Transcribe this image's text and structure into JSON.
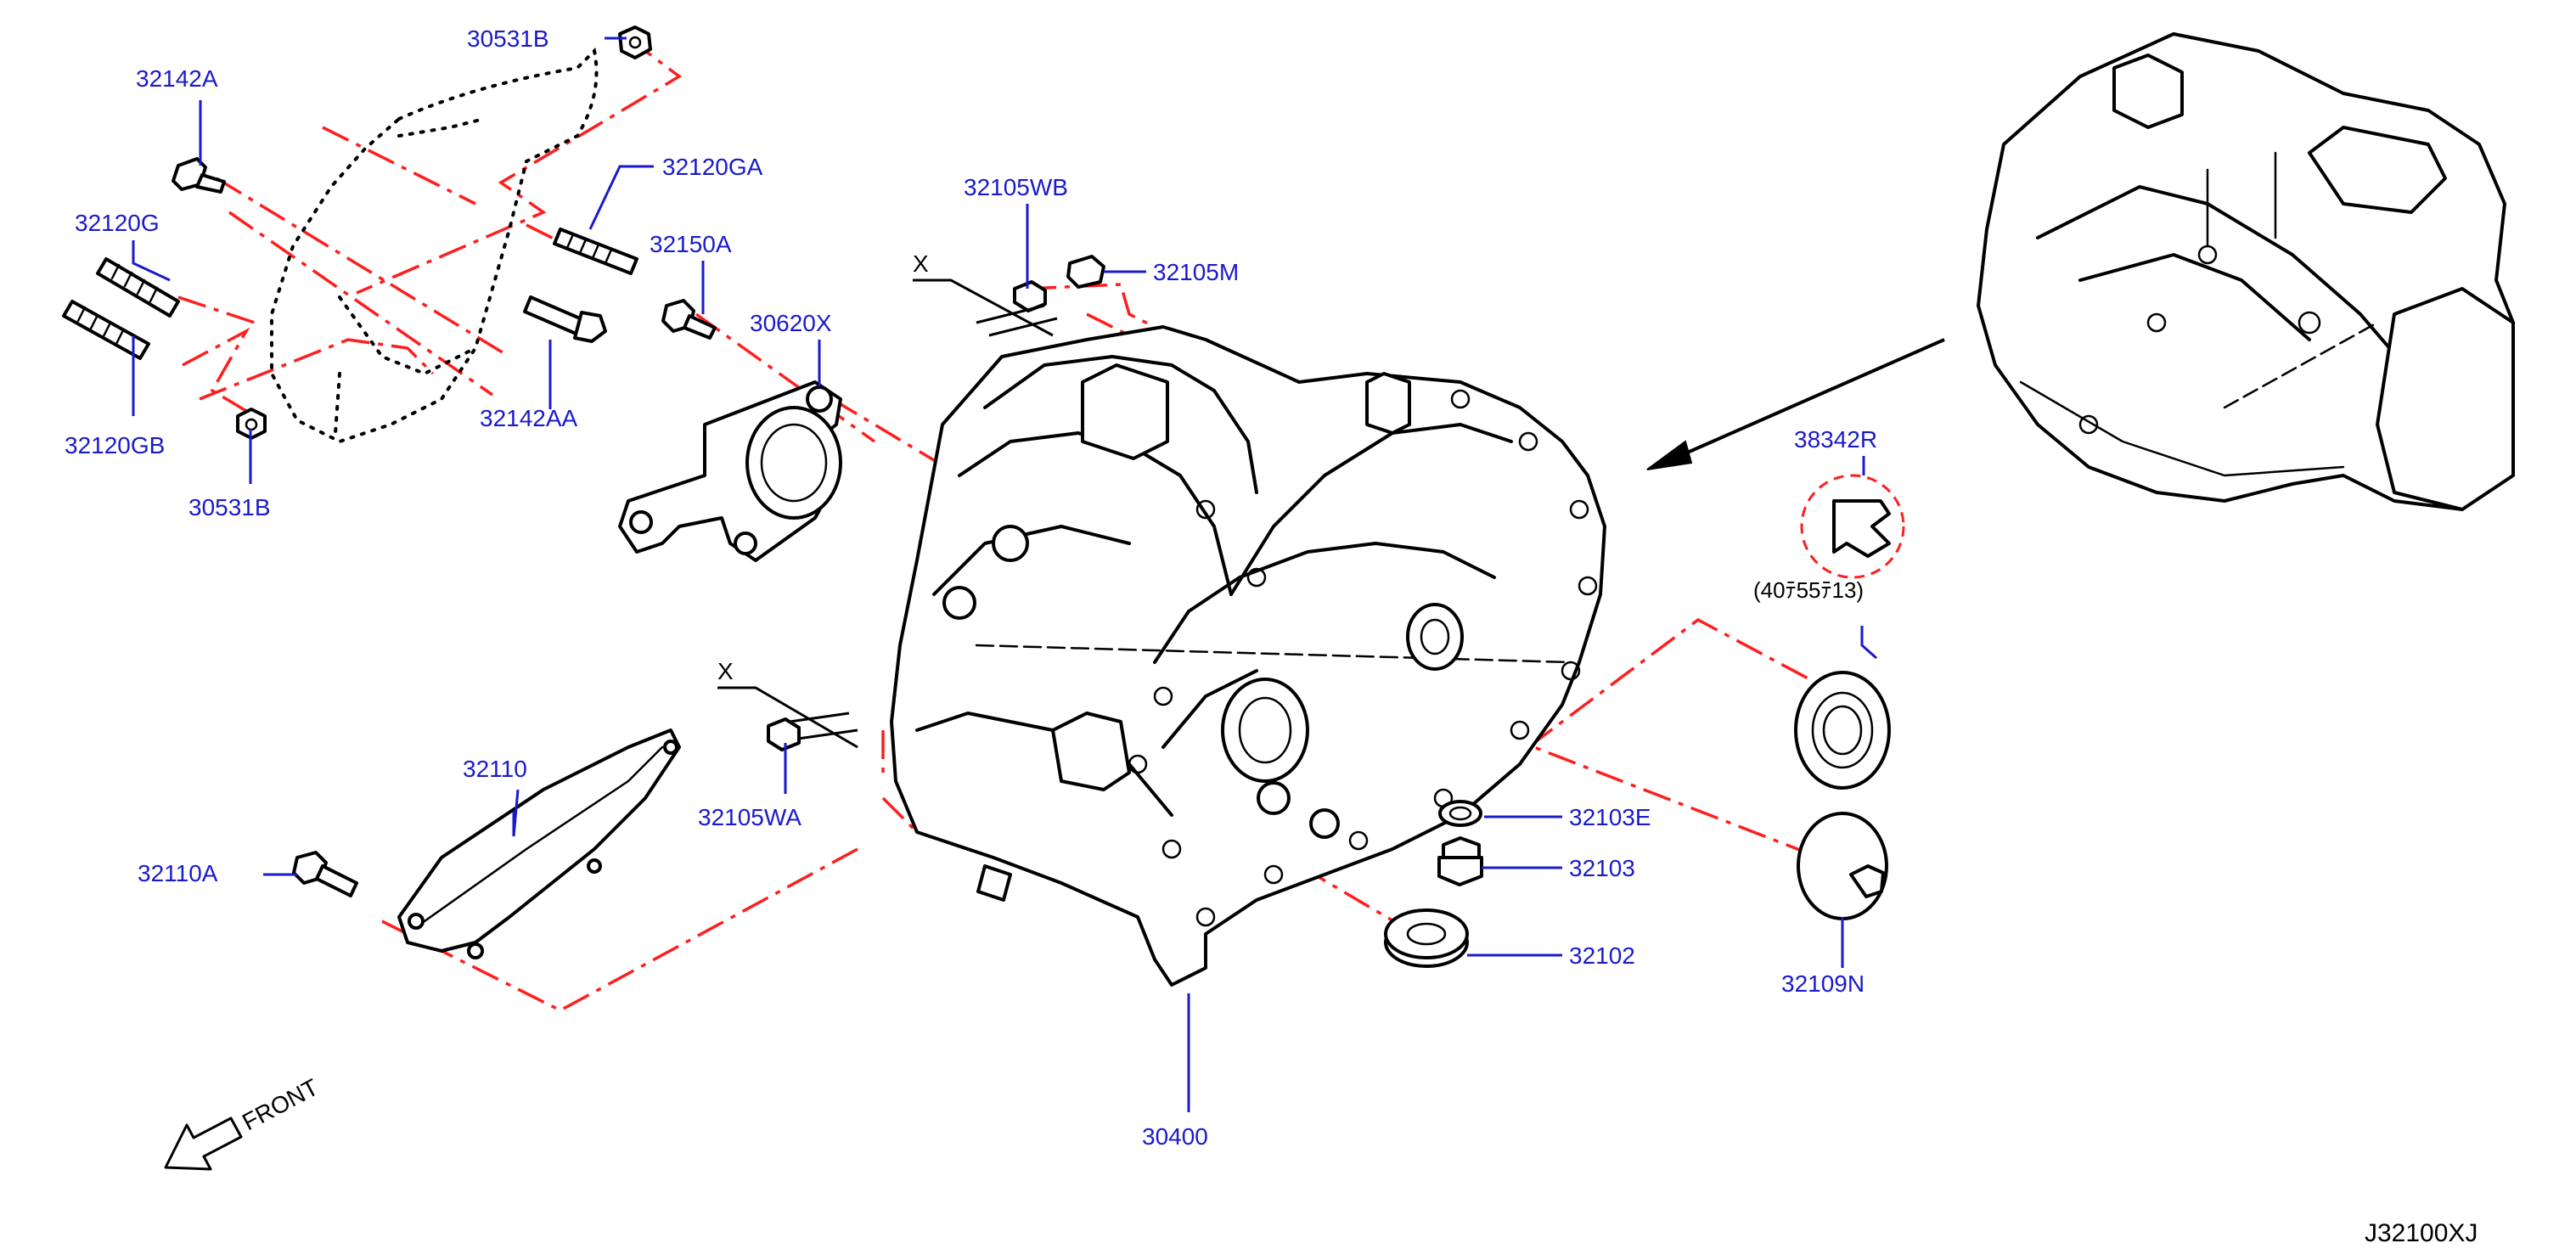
{
  "colors": {
    "callout": "#1a1acc",
    "phantom_line": "#ff1e1e",
    "leader": "#1a1acc",
    "outline": "#000000"
  },
  "labels": {
    "p32142A": "32142A",
    "p30531B_top": "30531B",
    "p32120G": "32120G",
    "p32120GA": "32120GA",
    "p32120GB": "32120GB",
    "p30531B_bottom": "30531B",
    "p32142AA": "32142AA",
    "p32150A": "32150A",
    "p30620X": "30620X",
    "p32105WB": "32105WB",
    "p32105M": "32105M",
    "p38342R": "38342R",
    "seal_size": "(40ﾃ55ﾃ13)",
    "p32110": "32110",
    "p32110A": "32110A",
    "p32105WA": "32105WA",
    "p32103E": "32103E",
    "p32103": "32103",
    "p32102": "32102",
    "p32109N": "32109N",
    "p30400": "30400",
    "mark_x_top": "X",
    "mark_x_bottom": "X",
    "front": "FRONT",
    "diagram_ref": "J32100XJ"
  },
  "icons": {
    "front_arrow": "front-direction-arrow-icon",
    "view_arrow": "assembly-location-arrow-icon"
  }
}
